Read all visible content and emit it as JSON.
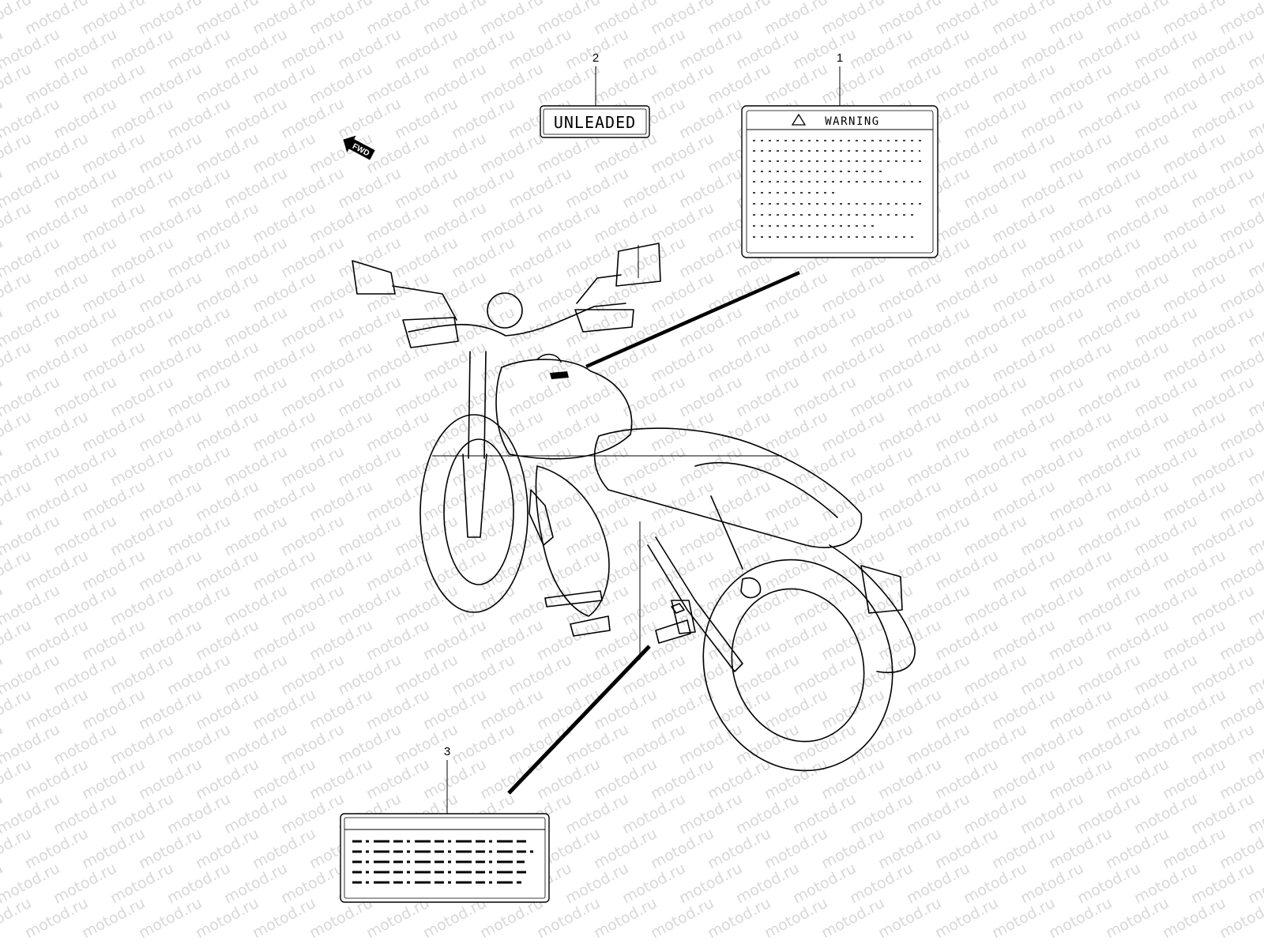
{
  "watermark": {
    "text": "motod.ru",
    "color": "#d8d8d8"
  },
  "direction_marker": {
    "text": "FWD",
    "icon": "forward-arrow-icon"
  },
  "callouts": [
    {
      "number": "1",
      "part": "warning-label"
    },
    {
      "number": "2",
      "part": "unleaded-label"
    },
    {
      "number": "3",
      "part": "info-label"
    }
  ],
  "labels": {
    "unleaded": {
      "text": "UNLEADED"
    },
    "warning": {
      "heading": "WARNING",
      "icon": "warning-triangle-icon"
    }
  },
  "colors": {
    "ink": "#000000",
    "background": "#ffffff"
  }
}
